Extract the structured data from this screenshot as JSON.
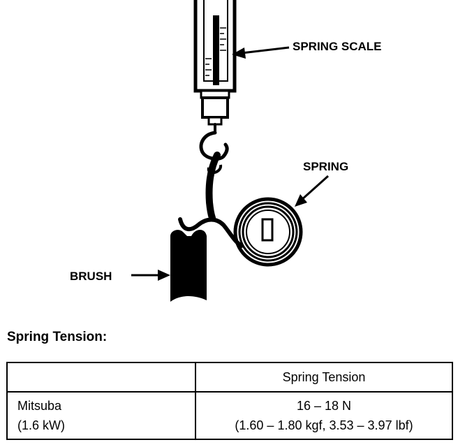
{
  "labels": {
    "spring_scale": "SPRING SCALE",
    "spring": "SPRING",
    "brush": "BRUSH"
  },
  "section_title": "Spring Tension:",
  "table": {
    "header": "Spring Tension",
    "row": {
      "model_line1": "Mitsuba",
      "model_line2": "(1.6 kW)",
      "value_line1": "16 – 18 N",
      "value_line2": "(1.60 – 1.80 kgf, 3.53 – 3.97 lbf)"
    }
  },
  "colors": {
    "ink": "#000000",
    "paper": "#ffffff"
  },
  "icons": [
    "spring-scale-icon",
    "hook-icon",
    "coil-spring-icon",
    "brush-icon",
    "arrow-icon"
  ]
}
